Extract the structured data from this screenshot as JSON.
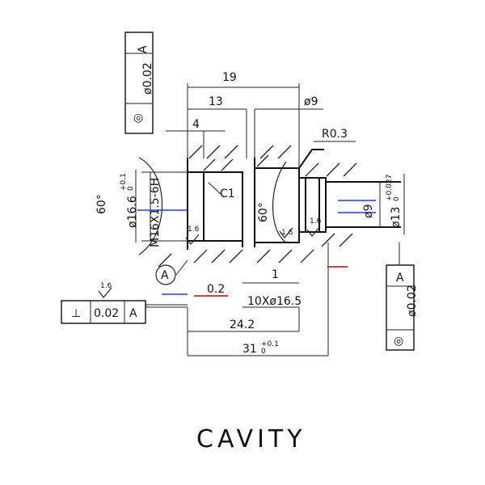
{
  "title": "CAVITY",
  "dimensions": {
    "overall_19": "19",
    "len_13": "13",
    "len_4": "4",
    "dia_9_top": "ø9",
    "radius": "R0.3",
    "chamfer": "C1",
    "angle_left": "60°",
    "angle_inner": "60°",
    "dia_16_6": "ø16.6",
    "dia_16_6_tol_upper": "+0.1",
    "dia_16_6_tol_lower": "0",
    "thread": "M16X1.5-6H",
    "dia_9_right": "ø9",
    "dia_13": "ø13",
    "dia_13_tol_upper": "+0.027",
    "dia_13_tol_lower": "0",
    "len_0_2": "0.2",
    "len_1": "1",
    "spec_10x16_5": "10Xø16.5",
    "len_24_2": "24.2",
    "len_31": "31",
    "len_31_tol_upper": "+0.1",
    "len_31_tol_lower": "0",
    "datum_label": "A"
  },
  "roughness": {
    "r1": "1.6",
    "r2": "1.6",
    "r3": "1.6",
    "r4": "1.6"
  },
  "frames": {
    "top_vertical": {
      "symbol": "◎",
      "value": "ø0.02",
      "datum": "A"
    },
    "right_vertical": {
      "symbol": "◎",
      "value": "ø0.02",
      "datum": "A"
    },
    "perpendicularity": {
      "symbol": "⊥",
      "value": "0.02",
      "datum": "A"
    }
  }
}
